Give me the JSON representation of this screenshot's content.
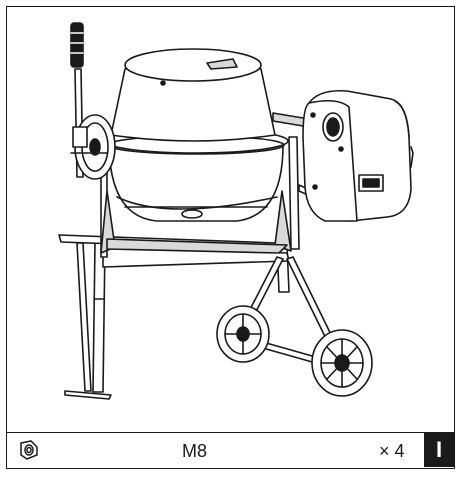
{
  "footer": {
    "part_icon": "hex-nut-icon",
    "part_label": "M8",
    "quantity_label": "× 4",
    "step_label": "I"
  },
  "colors": {
    "line": "#1a1a1a",
    "shade": "#d9d9d9",
    "background": "#ffffff"
  }
}
